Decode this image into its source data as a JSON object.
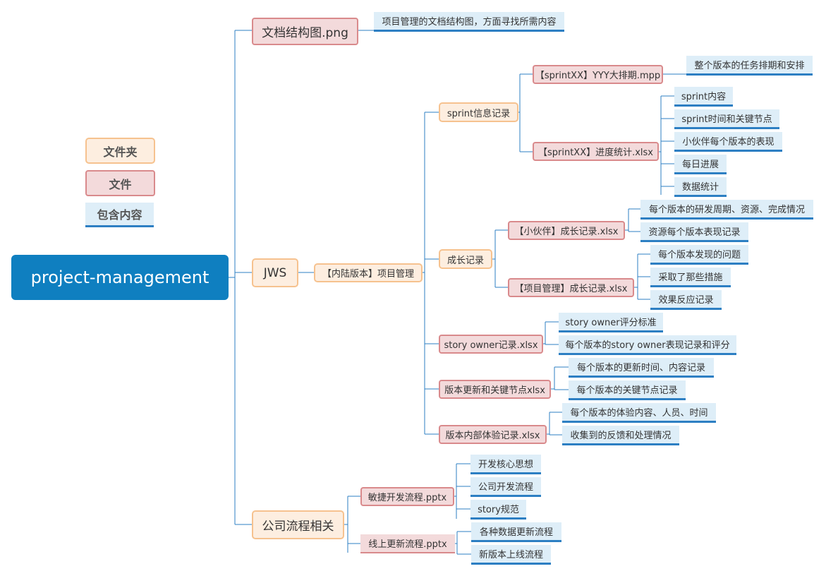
{
  "legend": {
    "folder": "文件夹",
    "file": "文件",
    "content": "包含内容"
  },
  "root": "project-management",
  "nodes": {
    "doc_png": "文档结构图.png",
    "doc_png_desc": "项目管理的文档结构图，方面寻找所需内容",
    "jws": "JWS",
    "inner": "【内陆版本】项目管理",
    "sprint": "sprint信息记录",
    "sprint_mpp": "【sprintXX】YYY大排期.mpp",
    "sprint_mpp_desc": "整个版本的任务排期和安排",
    "sprint_xlsx": "【sprintXX】进度统计.xlsx",
    "sprint_c1": "sprint内容",
    "sprint_c2": "sprint时间和关键节点",
    "sprint_c3": "小伙伴每个版本的表现",
    "sprint_c4": "每日进展",
    "sprint_c5": "数据统计",
    "growth": "成长记录",
    "partner_xlsx": "【小伙伴】成长记录.xlsx",
    "partner_c1": "每个版本的研发周期、资源、完成情况",
    "partner_c2": "资源每个版本表现记录",
    "pm_xlsx": "【项目管理】成长记录.xlsx",
    "pm_c1": "每个版本发现的问题",
    "pm_c2": "采取了那些措施",
    "pm_c3": "效果反应记录",
    "owner_xlsx": "story owner记录.xlsx",
    "owner_c1": "story owner评分标准",
    "owner_c2": "每个版本的story owner表现记录和评分",
    "update_xlsx": "版本更新和关键节点xlsx",
    "update_c1": "每个版本的更新时间、内容记录",
    "update_c2": "每个版本的关键节点记录",
    "exp_xlsx": "版本内部体验记录.xlsx",
    "exp_c1": "每个版本的体验内容、人员、时间",
    "exp_c2": "收集到的反馈和处理情况",
    "company": "公司流程相关",
    "agile_pptx": "敏捷开发流程.pptx",
    "agile_c1": "开发核心思想",
    "agile_c2": "公司开发流程",
    "agile_c3": "story规范",
    "online_pptx": "线上更新流程.pptx",
    "online_c1": "各种数据更新流程",
    "online_c2": "新版本上线流程"
  },
  "colors": {
    "root": "#0f7fc0",
    "line": "#2d7fc3",
    "folder_border": "#f6c28f",
    "file_border": "#d98a8c",
    "content_underline": "#2d7fc3"
  }
}
